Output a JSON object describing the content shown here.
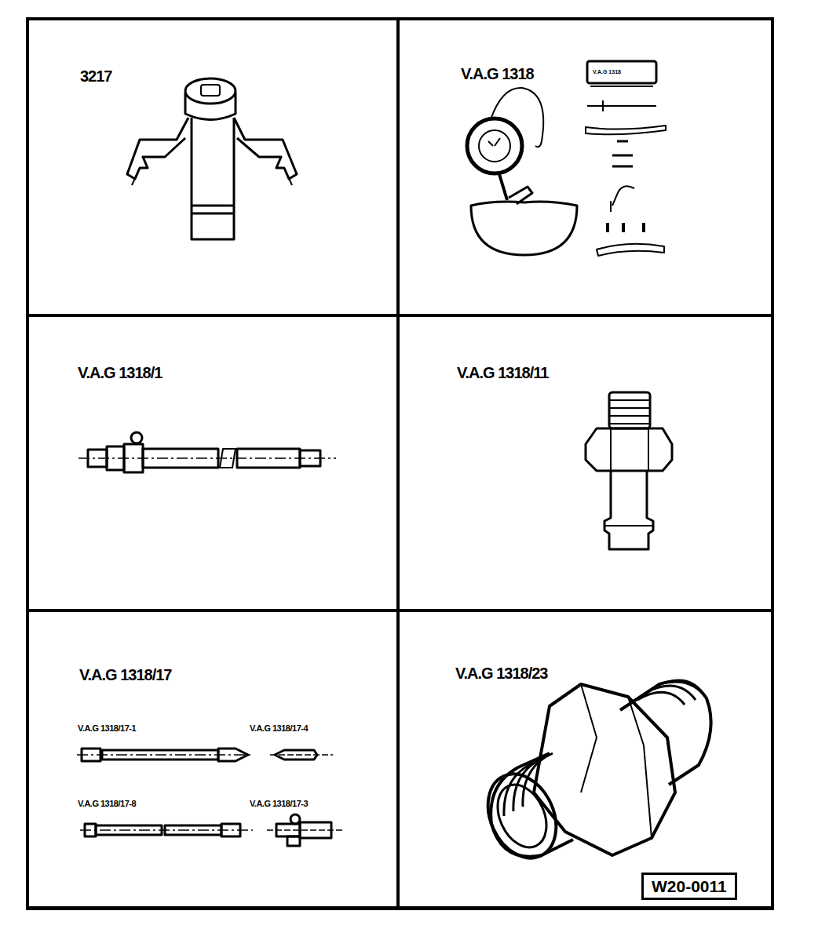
{
  "diagram": {
    "nodes": [
      {
        "text": [
          "3217"
        ]
      },
      {
        "text": [
          "V.A.G 1318"
        ]
      },
      {
        "text": [
          "V.A.G 1318/1"
        ]
      },
      {
        "text": [
          "V.A.G 1318/11"
        ]
      },
      {
        "text": [
          "V.A.G 1318/17"
        ]
      },
      {
        "text": [
          "V.A.G 1318/23"
        ]
      },
      {
        "text": [
          "W20-0011"
        ],
        "in": 5
      }
    ],
    "edges": [],
    "labels": [
      "V.A.G 1318",
      "V.A.G 1318/17-1",
      "V.A.G 1318/17-4",
      "V.A.G 1318/17-8",
      "V.A.G 1318/17-3"
    ]
  }
}
